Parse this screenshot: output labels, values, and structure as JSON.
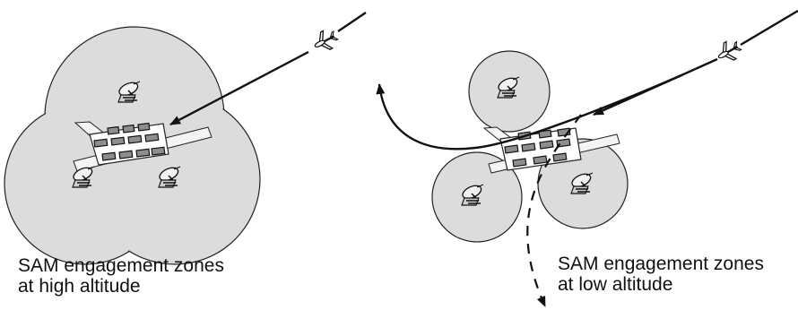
{
  "captions": {
    "high": [
      "SAM engagement zones",
      "at high altitude"
    ],
    "low": [
      "SAM engagement zones",
      "at low altitude"
    ]
  },
  "icons": {
    "aircraft": "jet-aircraft-icon",
    "sam_site": "radar-dish-icon"
  },
  "colors": {
    "zone_fill": "#dcdcdc",
    "outline": "#222222",
    "shelter_fill": "#8e8e8e",
    "background": "#ffffff"
  }
}
